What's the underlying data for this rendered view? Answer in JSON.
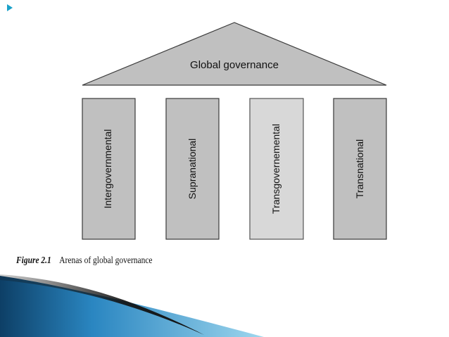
{
  "roof": {
    "label": "Global governance",
    "fill": "#c0c0c0",
    "stroke": "#3a3a3a"
  },
  "pillars": [
    {
      "label": "Intergovernmental",
      "fill": "#c0c0c0"
    },
    {
      "label": "Supranational",
      "fill": "#c0c0c0"
    },
    {
      "label": "Transgovernemental",
      "fill": "#d8d8d8"
    },
    {
      "label": "Transnational",
      "fill": "#c0c0c0"
    }
  ],
  "caption": {
    "label": "Figure 2.1",
    "text": "Arenas of global governance"
  },
  "decoration": {
    "nav_arrow_icon": "play-triangle-icon",
    "accent_color": "#1aa1c9",
    "swoosh_colors": [
      "#0d3f66",
      "#2a86c1",
      "#9fd7ee",
      "#111111"
    ]
  }
}
